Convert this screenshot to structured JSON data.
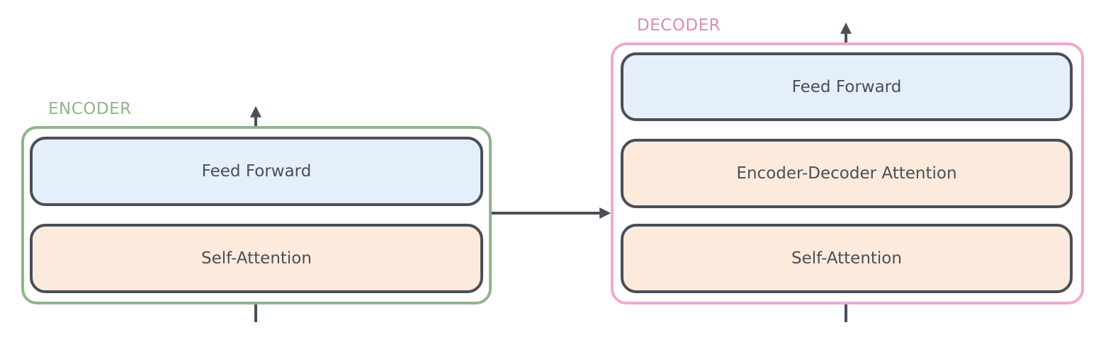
{
  "colors": {
    "encoder_border": "#8fb58a",
    "decoder_border": "#f0a8cf",
    "encoder_title": "#8fb58a",
    "decoder_title": "#d58fb5",
    "feed_forward_fill": "#e4effb",
    "attention_fill": "#fcebdc",
    "layer_border": "#4a4e57",
    "arrow": "#4a4e57"
  },
  "encoder": {
    "title": "ENCODER",
    "feed_forward": "Feed Forward",
    "self_attention": "Self-Attention"
  },
  "decoder": {
    "title": "DECODER",
    "feed_forward": "Feed Forward",
    "encoder_decoder_attention": "Encoder-Decoder Attention",
    "self_attention": "Self-Attention"
  }
}
